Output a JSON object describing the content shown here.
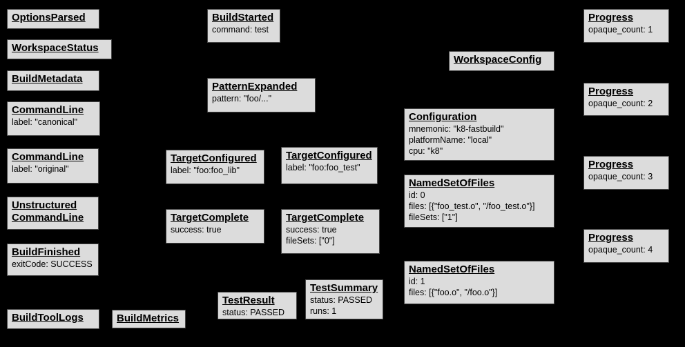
{
  "colors": {
    "background": "#000000",
    "box_fill": "#dcdcdc",
    "box_border": "#474747",
    "text": "#000000"
  },
  "boxes": [
    {
      "title": "OptionsParsed",
      "lines": []
    },
    {
      "title": "WorkspaceStatus",
      "lines": []
    },
    {
      "title": "BuildMetadata",
      "lines": []
    },
    {
      "title": "CommandLine",
      "lines": [
        "label: \"canonical\""
      ]
    },
    {
      "title": "CommandLine",
      "lines": [
        "label: \"original\""
      ]
    },
    {
      "title": "Unstructured CommandLine",
      "lines": []
    },
    {
      "title": "BuildFinished",
      "lines": [
        "exitCode: SUCCESS"
      ]
    },
    {
      "title": "BuildToolLogs",
      "lines": []
    },
    {
      "title": "BuildMetrics",
      "lines": []
    },
    {
      "title": "BuildStarted",
      "lines": [
        "command: test"
      ]
    },
    {
      "title": "PatternExpanded",
      "lines": [
        "pattern: \"foo/...\""
      ]
    },
    {
      "title": "TargetConfigured",
      "lines": [
        "label: \"foo:foo_lib\""
      ]
    },
    {
      "title": "TargetConfigured",
      "lines": [
        "label: \"foo:foo_test\""
      ]
    },
    {
      "title": "TargetComplete",
      "lines": [
        "success: true"
      ]
    },
    {
      "title": "TargetComplete",
      "lines": [
        "success: true",
        "fileSets: [\"0\"]"
      ]
    },
    {
      "title": "TestResult",
      "lines": [
        "status: PASSED"
      ]
    },
    {
      "title": "TestSummary",
      "lines": [
        "status: PASSED",
        "runs: 1"
      ]
    },
    {
      "title": "WorkspaceConfig",
      "lines": []
    },
    {
      "title": "Configuration",
      "lines": [
        "mnemonic: \"k8-fastbuild\"",
        "platformName: \"local\"",
        "cpu: \"k8\""
      ]
    },
    {
      "title": "NamedSetOfFiles",
      "lines": [
        "id: 0",
        "files: [{\"foo_test.o\", \"/foo_test.o\"}]",
        "fileSets: [\"1\"]"
      ]
    },
    {
      "title": "NamedSetOfFiles",
      "lines": [
        "id: 1",
        "files: [{\"foo.o\", \"/foo.o\"}]"
      ]
    },
    {
      "title": "Progress",
      "lines": [
        "opaque_count: 1"
      ]
    },
    {
      "title": "Progress",
      "lines": [
        "opaque_count: 2"
      ]
    },
    {
      "title": "Progress",
      "lines": [
        "opaque_count: 3"
      ]
    },
    {
      "title": "Progress",
      "lines": [
        "opaque_count: 4"
      ]
    }
  ]
}
